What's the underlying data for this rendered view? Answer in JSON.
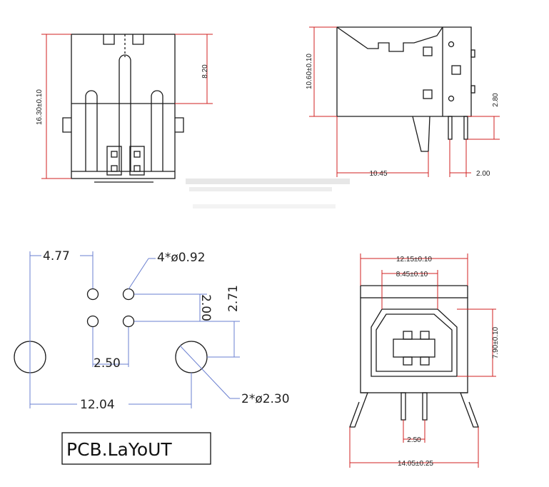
{
  "colors": {
    "outline": "#1a1a1a",
    "dimension_red": "#d02020",
    "dimension_blue": "#6a7fd0"
  },
  "side_view": {
    "height_total": "16.30±0.10",
    "height_upper": "8.20"
  },
  "profile_view": {
    "height": "10.60±0.10",
    "depth": "10.45",
    "pin_length": "2.80",
    "pin_pitch": "2.00"
  },
  "pcb_layout": {
    "pitch_x_left": "4.77",
    "small_holes": "4*ø0.92",
    "pitch_y_small": "2.00",
    "pitch_y_large": "2.71",
    "pitch_x_small": "2.50",
    "pitch_x_large": "12.04",
    "large_holes": "2*ø2.30",
    "caption": "PCB.LaYoUT"
  },
  "front_view": {
    "width_outer": "12.15±0.10",
    "width_inner": "8.45±0.10",
    "height": "7.90±0.10",
    "pin_pitch": "2.50",
    "width_total": "14.05±0.25"
  }
}
